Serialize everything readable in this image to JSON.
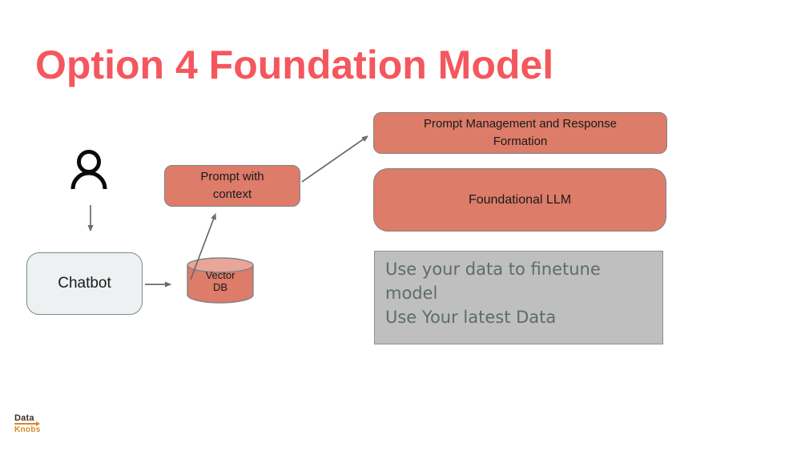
{
  "title": "Option 4 Foundation Model",
  "nodes": {
    "chatbot": {
      "label": "Chatbot"
    },
    "vector_db": {
      "line1": "Vector",
      "line2": "DB"
    },
    "prompt_with_context": {
      "label": "Prompt with context"
    },
    "prompt_management": {
      "label": "Prompt Management and Response Formation"
    },
    "foundational_llm": {
      "label": "Foundational LLM"
    },
    "notes": {
      "line1": "Use your data to finetune model",
      "line2": "Use Your latest Data"
    }
  },
  "edges": [
    {
      "from": "user",
      "to": "chatbot"
    },
    {
      "from": "chatbot",
      "to": "vector_db"
    },
    {
      "from": "vector_db",
      "to": "prompt_with_context"
    },
    {
      "from": "prompt_with_context",
      "to": "prompt_management"
    }
  ],
  "icons": {
    "user": "user-icon",
    "vector_db": "database-cylinder-icon"
  },
  "logo": {
    "line1": "Data",
    "line2": "Knobs"
  },
  "colors": {
    "title": "#F4575D",
    "salmon_fill": "#DD7C69",
    "salmon_light": "#E9A597",
    "box_border": "#808285",
    "chatbot_fill": "#EDF1F2",
    "notes_fill": "#BFBFBF",
    "notes_text": "#5D6C6C",
    "arrow": "#676C6C",
    "logo_orange": "#D78825"
  }
}
